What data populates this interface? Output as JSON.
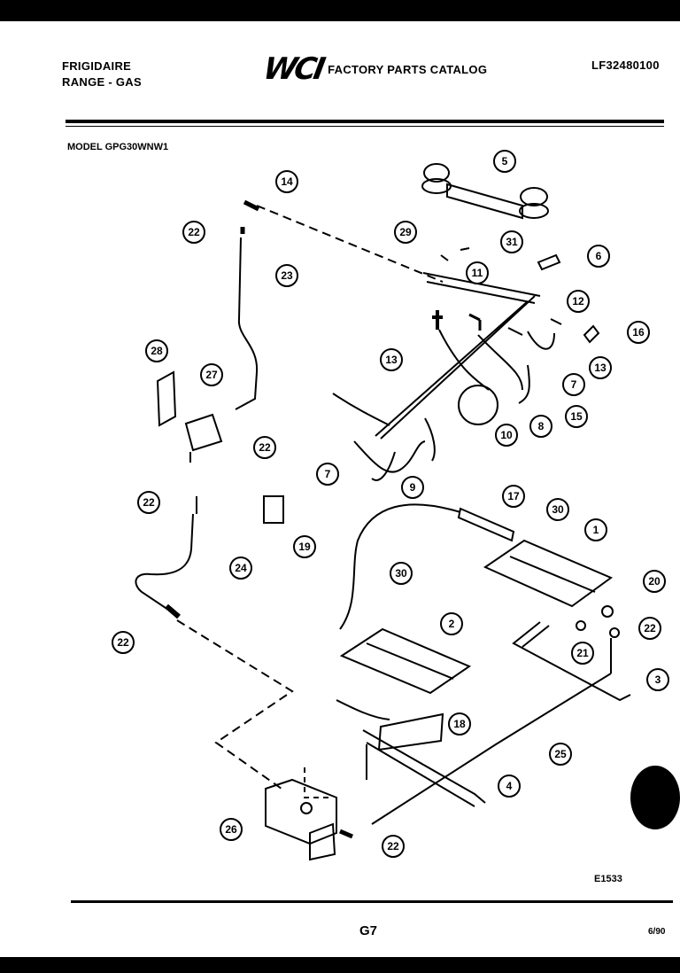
{
  "header": {
    "brand_line1": "FRIGIDAIRE",
    "brand_line2": "RANGE - GAS",
    "logo": "WCI",
    "catalog_title": "FACTORY PARTS CATALOG",
    "catalog_number": "LF32480100"
  },
  "model_label": "MODEL GPG30WNW1",
  "diagram_code": "E1533",
  "footer": {
    "page": "G7",
    "date": "6/90"
  },
  "callouts": [
    "14",
    "22",
    "23",
    "5",
    "29",
    "31",
    "6",
    "11",
    "12",
    "16",
    "13",
    "7",
    "15",
    "10",
    "8",
    "28",
    "27",
    "22",
    "13",
    "7",
    "9",
    "22",
    "19",
    "17",
    "30",
    "1",
    "24",
    "20",
    "30",
    "22",
    "2",
    "21",
    "22",
    "3",
    "18",
    "25",
    "4",
    "26",
    "22"
  ]
}
